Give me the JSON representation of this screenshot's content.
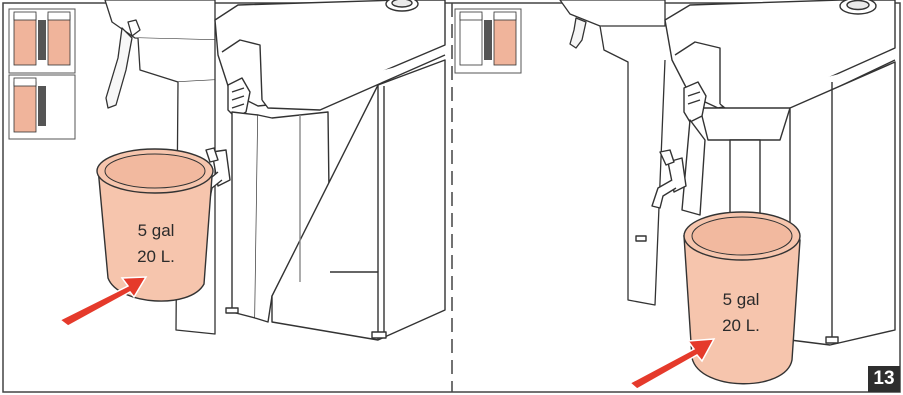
{
  "panels": [
    {
      "bucket": {
        "line1": "5 gal",
        "line2": "20 L."
      }
    },
    {
      "bucket": {
        "line1": "5 gal",
        "line2": "20 L."
      }
    }
  ],
  "step_number": "13",
  "colors": {
    "bucket_fill": "#f6c5ad",
    "arrow": "#e53a2b",
    "thumb_accent": "#f0b49b",
    "line": "#333333"
  },
  "icons": [
    "arrow-icon",
    "faucet-icon"
  ]
}
